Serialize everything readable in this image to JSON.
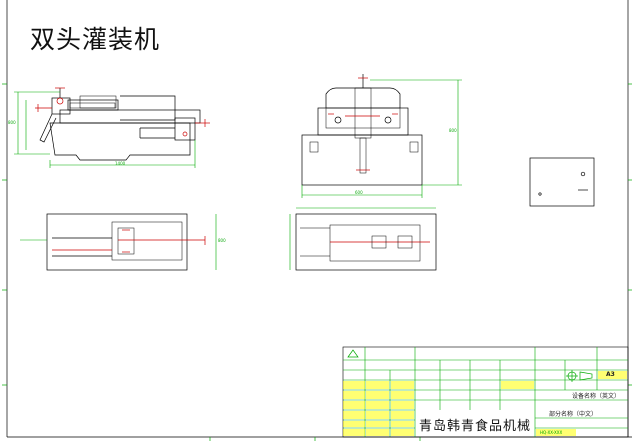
{
  "drawing": {
    "title": "双头灌装机",
    "company": "青岛韩青食品机械",
    "dimensions": {
      "front_length": "1400",
      "front_height": "800",
      "side_height": "800",
      "side_width": "600",
      "top_width": "800"
    },
    "title_block": {
      "sheet_size": "A3",
      "device_name": "设备名称（英文）",
      "part_name": "部分名称（中文）",
      "drawing_no": "HQ-XX-XXX"
    }
  }
}
